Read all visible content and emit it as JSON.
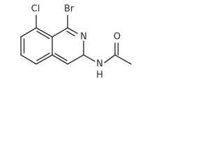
{
  "molecule": {
    "atoms": {
      "chlorine": "Cl",
      "bromine": "Br",
      "ring_nitrogen": "N",
      "amide_nitrogen": "N",
      "amide_hydrogen": "H",
      "carbonyl_oxygen": "O"
    }
  }
}
